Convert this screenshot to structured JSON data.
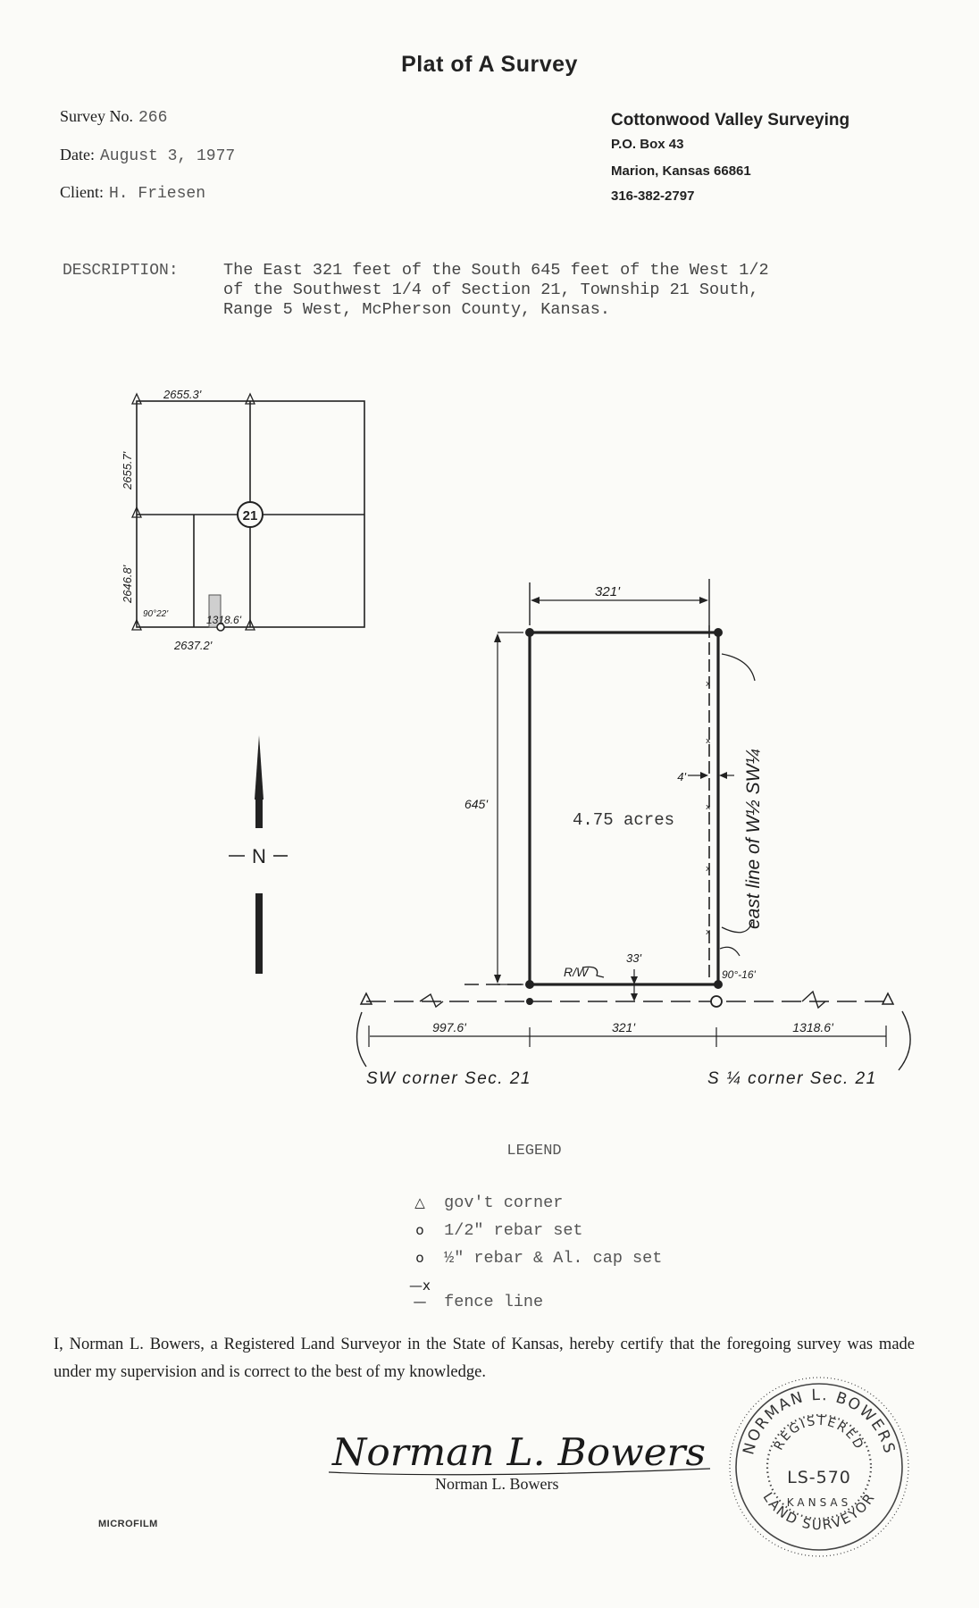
{
  "header": {
    "title": "Plat of A Survey"
  },
  "survey": {
    "number_label": "Survey No.",
    "number_value": "266",
    "date_label": "Date:",
    "date_value": "August 3, 1977",
    "client_label": "Client:",
    "client_value": "H. Friesen"
  },
  "company": {
    "name": "Cottonwood Valley Surveying",
    "box": "P.O. Box 43",
    "city": "Marion, Kansas 66861",
    "phone": "316-382-2797"
  },
  "description": {
    "label": "DESCRIPTION:",
    "lines": [
      "The East 321 feet of the South 645 feet of the West 1/2",
      "of the Southwest 1/4 of Section 21, Township 21 South,",
      "Range 5 West, McPherson County, Kansas."
    ]
  },
  "key_map": {
    "top_dim": "2655.3'",
    "left_upper_dim": "2655.7'",
    "left_lower_dim": "2646.8'",
    "angle": "90°22'",
    "right_dim": "1318.6'",
    "bottom_dim": "2637.2'",
    "section": "21"
  },
  "north_arrow": {
    "label": "N"
  },
  "plat": {
    "top_width": "321'",
    "height": "645'",
    "area": "4.75 acres",
    "offset": "4'",
    "rw_label": "R/W",
    "rw_width": "33'",
    "angle": "90°-16'",
    "east_line_label": "east line of W½ SW¼",
    "bottom_left": "997.6'",
    "bottom_mid": "321'",
    "bottom_right": "1318.6'",
    "sw_corner": "SW corner Sec. 21",
    "s_quarter_corner": "S ¼ corner Sec. 21"
  },
  "legend": {
    "title": "LEGEND",
    "items": [
      {
        "symbol": "△",
        "label": "gov't corner"
      },
      {
        "symbol": "o",
        "label": "1/2\" rebar set"
      },
      {
        "symbol": "o",
        "label": "½\" rebar & Al. cap set"
      },
      {
        "symbol": "—x—",
        "label": "fence line"
      }
    ]
  },
  "certification": {
    "text": "I, Norman L. Bowers, a Registered Land Surveyor in the State of Kansas, hereby certify that the foregoing survey was made under my supervision and is correct to the best of my knowledge."
  },
  "signature": {
    "signed": "Norman L. Bowers",
    "printed_name": "Norman L. Bowers"
  },
  "seal": {
    "top": "NORMAN L. BOWERS",
    "middle": "REGISTERED",
    "number": "LS-570",
    "state": "KANSAS",
    "bottom": "LAND SURVEYOR"
  },
  "stamp": {
    "text": "MICROFILM"
  }
}
